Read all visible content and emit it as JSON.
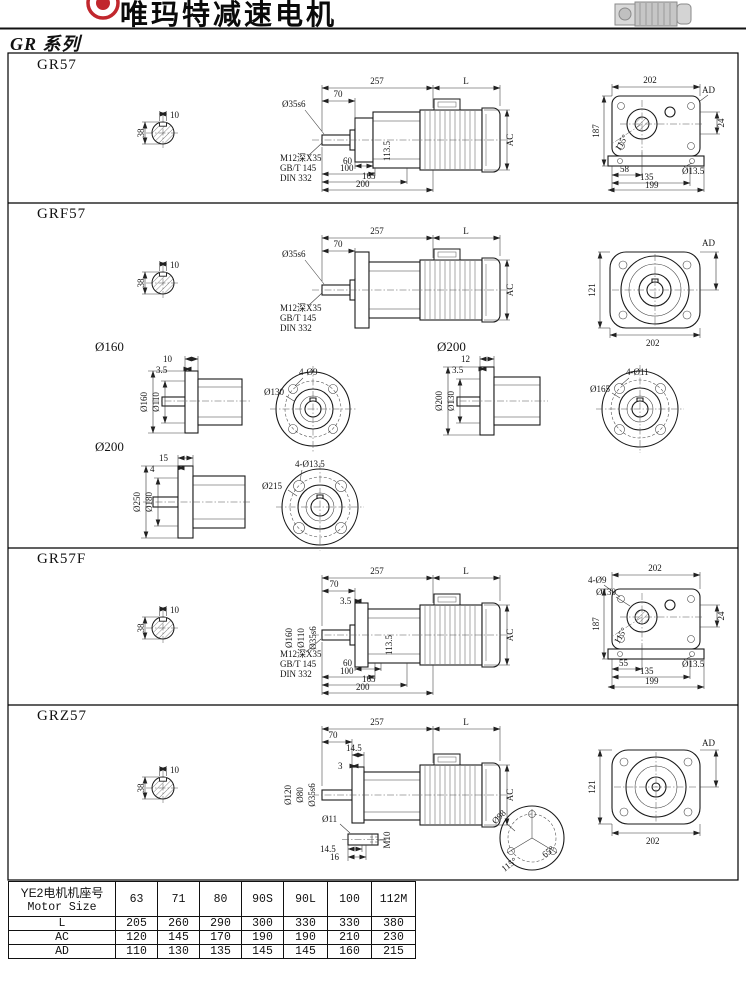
{
  "header": {
    "brand": "唯玛特减速电机",
    "series": "GR 系列"
  },
  "shaft_section": {
    "width": "10",
    "height": "38"
  },
  "gr57": {
    "title": "GR57",
    "side": {
      "len_gear": "257",
      "len_motor": "L",
      "d70": "70",
      "shaft_dia": "Ø35s6",
      "tap": "M12深X35",
      "std1": "GB/T 145",
      "std2": "DIN 332",
      "center_h": "113.5",
      "d60": "60",
      "d100": "100",
      "d165": "165",
      "d200": "200",
      "ac": "AC"
    },
    "end": {
      "w202": "202",
      "ad": "AD",
      "h187": "187",
      "angle": "115°",
      "d24": "24",
      "d58": "58",
      "hole": "Ø13.5",
      "d135": "135",
      "d199": "199"
    }
  },
  "grf57": {
    "title": "GRF57",
    "side": {
      "len_gear": "257",
      "len_motor": "L",
      "d70": "70",
      "shaft_dia": "Ø35s6",
      "tap": "M12深X35",
      "std1": "GB/T 145",
      "std2": "DIN 332",
      "ac": "AC"
    },
    "end": {
      "ad": "AD",
      "h121": "121",
      "w202": "202"
    }
  },
  "flanges": [
    {
      "label": "Ø160",
      "thk": "10",
      "pilot": "3.5",
      "od": "Ø160",
      "spigot": "Ø110",
      "holes": "4-Ø9",
      "bc": "Ø130"
    },
    {
      "label": "Ø200",
      "thk": "12",
      "pilot": "3.5",
      "od": "Ø200",
      "spigot": "Ø130",
      "holes": "4-Ø11",
      "bc": "Ø165"
    },
    {
      "label": "Ø200",
      "thk": "15",
      "pilot": "4",
      "od": "Ø250",
      "spigot": "Ø180",
      "holes": "4-Ø13.5",
      "bc": "Ø215"
    }
  ],
  "gr57f": {
    "title": "GR57F",
    "side": {
      "len_gear": "257",
      "len_motor": "L",
      "d70": "70",
      "d35": "3.5",
      "od": "Ø160",
      "spigot": "Ø110",
      "shaft_dia": "Ø35s6",
      "tap": "M12深X35",
      "std1": "GB/T 145",
      "std2": "DIN 332",
      "center_h": "113.5",
      "d60": "60",
      "d100": "100",
      "d165": "165",
      "d200": "200",
      "ac": "AC"
    },
    "end": {
      "w202": "202",
      "holes": "4-Ø9",
      "bc": "Ø130",
      "h187": "187",
      "angle": "115°",
      "d24": "24",
      "d55": "55",
      "hole": "Ø13.5",
      "d135": "135",
      "d199": "199"
    }
  },
  "grz57": {
    "title": "GRZ57",
    "side": {
      "len_gear": "257",
      "len_motor": "L",
      "d70": "70",
      "d145": "14.5",
      "d3": "3",
      "dia120": "Ø120",
      "dia80": "Ø80",
      "shaft_dia": "Ø35s6",
      "ac": "AC",
      "d11": "Ø11",
      "d145b": "14.5",
      "d16": "16",
      "tap": "M10"
    },
    "end": {
      "ad": "AD",
      "h121": "121",
      "w202": "202",
      "bc": "Ø98",
      "angle1": "115°",
      "angle2": "65°"
    }
  },
  "table": {
    "label_cn": "YE2电机机座号",
    "label_en": "Motor Size",
    "sizes": [
      "63",
      "71",
      "80",
      "90S",
      "90L",
      "100",
      "112M"
    ],
    "rows": [
      {
        "label": "L",
        "values": [
          "205",
          "260",
          "290",
          "300",
          "330",
          "330",
          "380"
        ]
      },
      {
        "label": "AC",
        "values": [
          "120",
          "145",
          "170",
          "190",
          "190",
          "210",
          "230"
        ]
      },
      {
        "label": "AD",
        "values": [
          "110",
          "130",
          "135",
          "145",
          "145",
          "160",
          "215"
        ]
      }
    ]
  }
}
